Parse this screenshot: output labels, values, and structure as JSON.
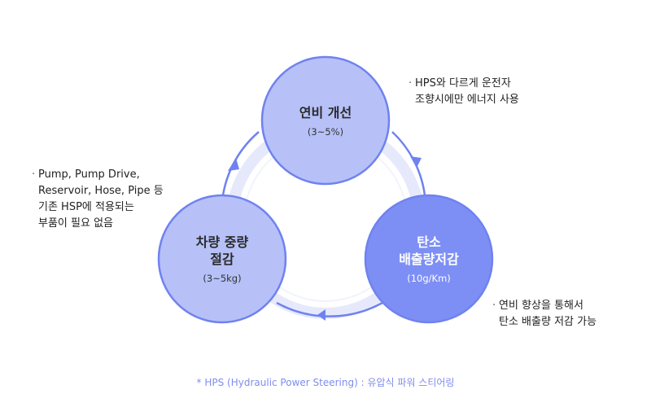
{
  "nodes": {
    "fuel": {
      "title": "연비 개선",
      "value": "(3~5%)"
    },
    "carbon": {
      "title_line1": "탄소",
      "title_line2": "배출량저감",
      "value": "(10g/Km)"
    },
    "weight": {
      "title_line1": "차량 중량",
      "title_line2": "절감",
      "value": "(3~5kg)"
    }
  },
  "notes": {
    "bullet": "·",
    "hps": {
      "line1": "HPS와 다르게 운전자",
      "line2": "조향시에만 에너지 사용"
    },
    "parts": {
      "line1": "Pump, Pump Drive,",
      "line2": "Reservoir, Hose, Pipe 등",
      "line3": "기존 HSP에 적용되는",
      "line4": "부품이 필요 없음"
    },
    "carbon": {
      "line1": "연비 향상을 통해서",
      "line2": "탄소 배출량 저감 가능"
    }
  },
  "footnote": "* HPS (Hydraulic Power Steering) : 유압식 파워 스티어링",
  "colors": {
    "ring": "#e6e9fb",
    "ring_inner": "#f1f3fd",
    "node_light_fill": "#b7c1f8",
    "node_dark_fill": "#7d8ff5",
    "node_stroke": "#6f82ef",
    "arrow": "#6f82ef"
  }
}
